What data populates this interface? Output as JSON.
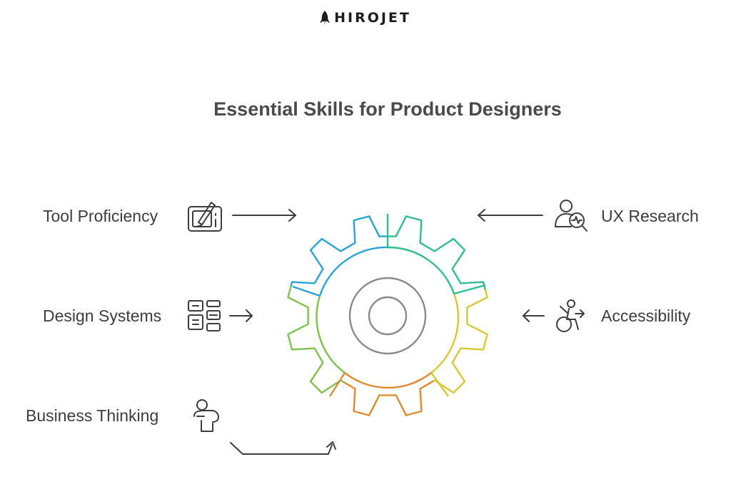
{
  "brand": {
    "name": "HIROJET"
  },
  "title": "Essential Skills for Product Designers",
  "skills": [
    {
      "label": "Tool Proficiency",
      "icon": "drawing-tablet-icon"
    },
    {
      "label": "Design Systems",
      "icon": "layout-blocks-icon"
    },
    {
      "label": "Business Thinking",
      "icon": "thinking-person-icon"
    },
    {
      "label": "UX Research",
      "icon": "user-search-icon"
    },
    {
      "label": "Accessibility",
      "icon": "wheelchair-icon"
    }
  ],
  "colors": {
    "blue": "#2aa3d8",
    "teal": "#2fbf8f",
    "green": "#7dc34a",
    "yellow": "#d9c830",
    "orange": "#e08a2e",
    "gray": "#8a8a8a",
    "text": "#3d3d3d"
  }
}
